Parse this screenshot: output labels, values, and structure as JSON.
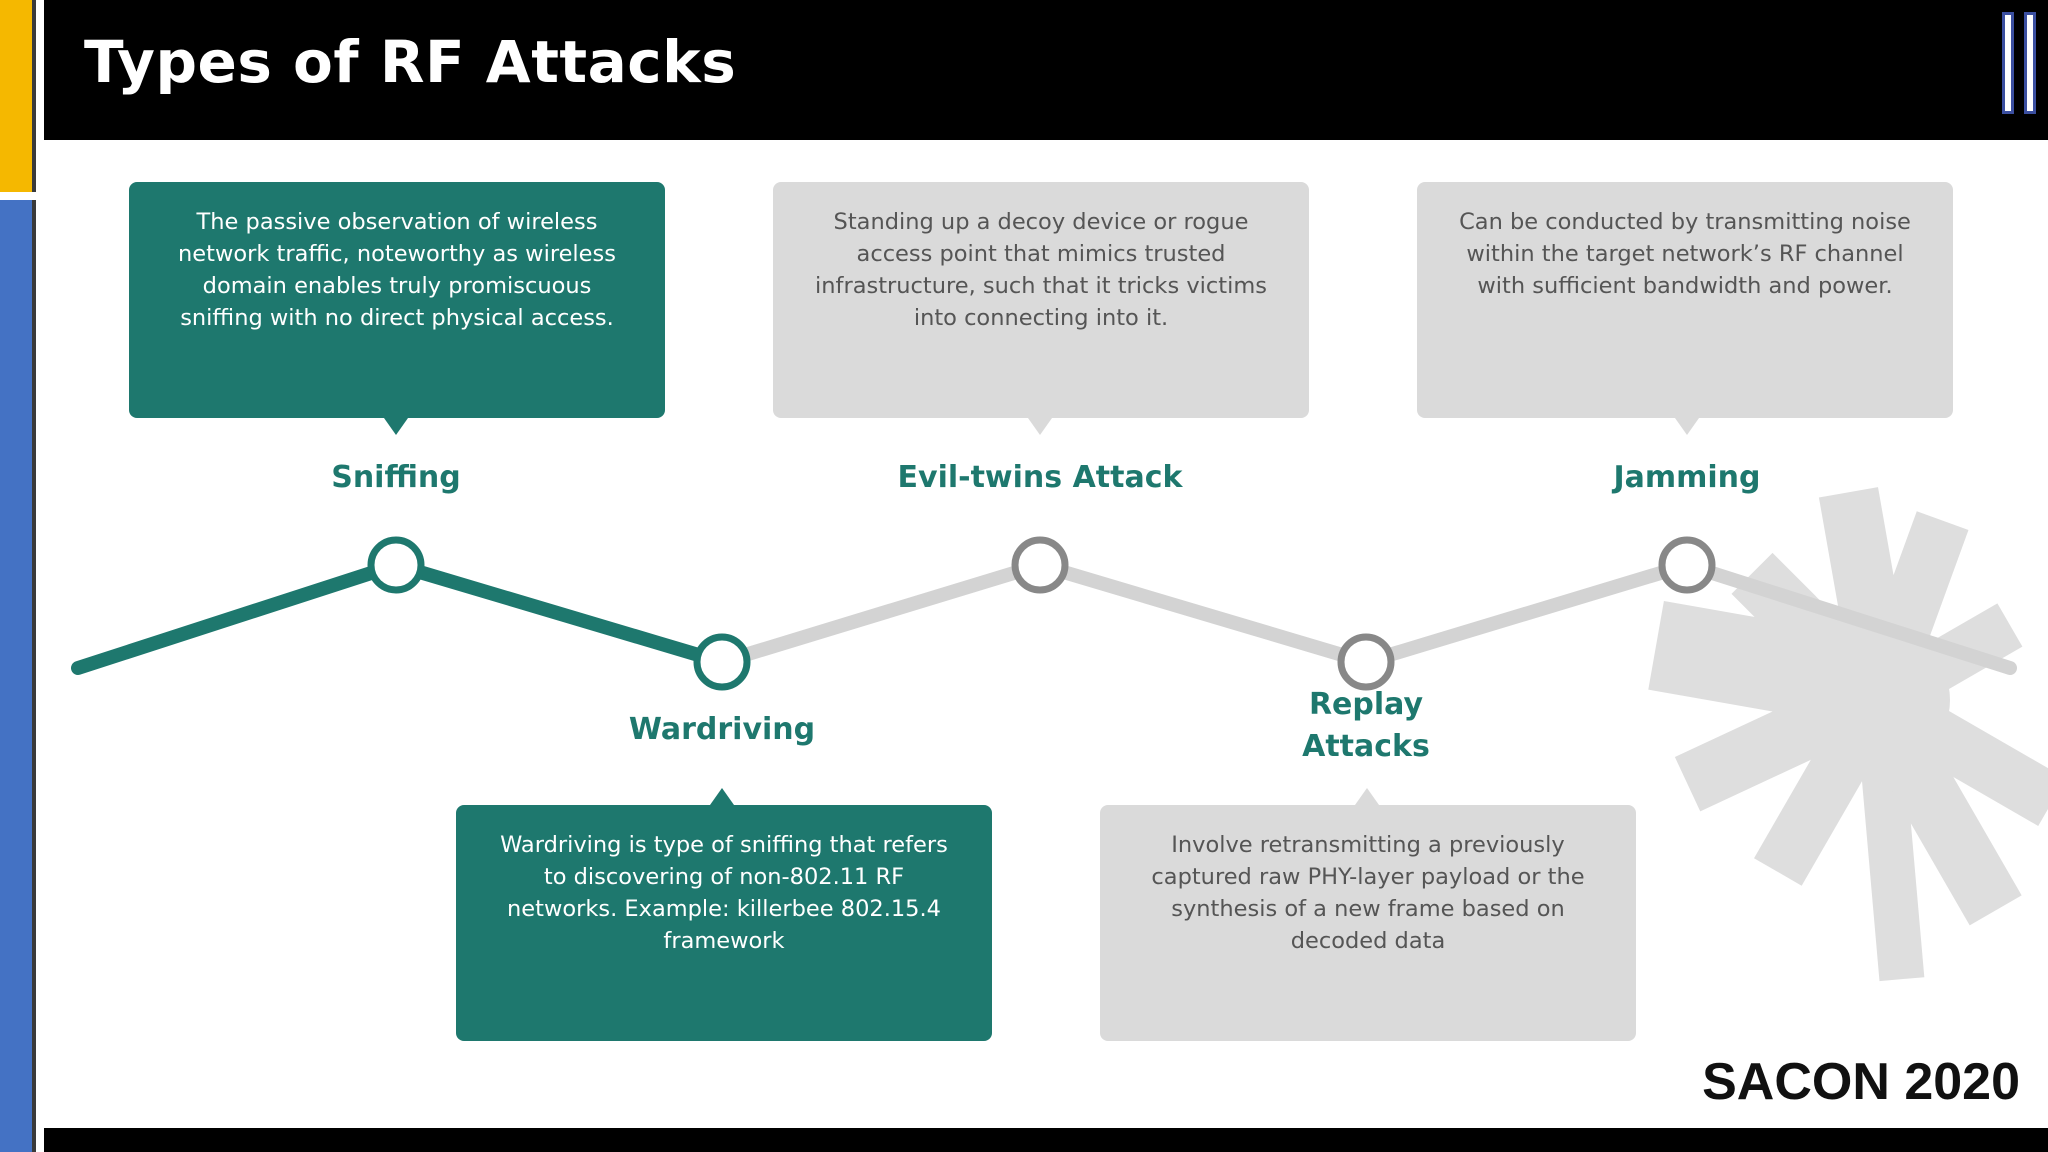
{
  "slide": {
    "title": "Types of RF Attacks",
    "brand": "SACON 2020"
  },
  "colors": {
    "accent": "#1E786E",
    "inactive_box": "#DADADA",
    "inactive_line": "#D3D3D3",
    "inactive_node": "#888888",
    "header": "#000000",
    "side_yellow": "#F5B800",
    "side_blue": "#4472C4"
  },
  "decoration": {
    "background_graphic": "radial-buildings-illustration"
  },
  "steps": [
    {
      "label": "Sniffing",
      "description": "The passive observation of wireless network traffic, noteworthy as wireless domain enables truly promiscuous sniffing with no direct physical access.",
      "state": "active"
    },
    {
      "label": "Wardriving",
      "description": "Wardriving is type of sniffing that refers to discovering of non-802.11 RF networks. Example: killerbee 802.15.4 framework",
      "state": "active"
    },
    {
      "label": "Evil-twins Attack",
      "description": "Standing up a decoy device or rogue access point that mimics trusted infrastructure, such that it tricks victims into connecting into it.",
      "state": "inactive"
    },
    {
      "label": "Replay\nAttacks",
      "description": "Involve retransmitting a previously captured raw PHY-layer payload or the synthesis of a new frame based on decoded data",
      "state": "inactive"
    },
    {
      "label": "Jamming",
      "description": "Can be conducted by transmitting noise within the target network’s RF channel with sufficient bandwidth and power.",
      "state": "inactive"
    }
  ]
}
